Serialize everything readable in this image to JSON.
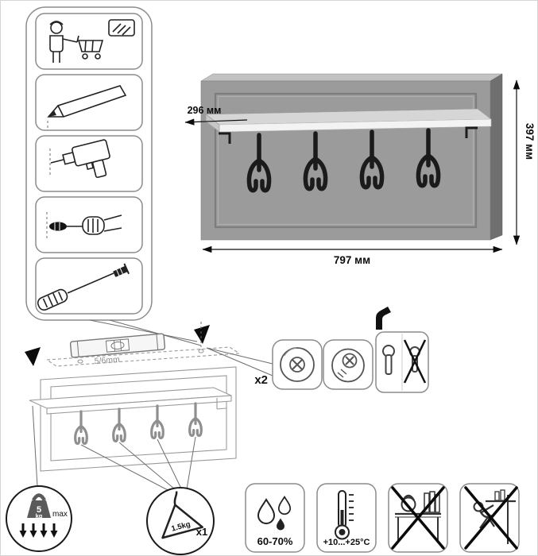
{
  "product": {
    "dim_depth": "296 мм",
    "dim_height": "397 мм",
    "dim_width": "797 мм"
  },
  "installation": {
    "drill_size": "5/6mm",
    "fasteners_qty": "x2"
  },
  "load": {
    "shelf_max_value": "5",
    "shelf_max_unit": "kg",
    "shelf_max_label": "max",
    "hook_max_weight": "1.5kg",
    "hanger_qty": "x1"
  },
  "environment": {
    "humidity": "60-70%",
    "temperature": "+10...+25°C"
  },
  "icons": {
    "steps": [
      "person-cart-icon",
      "pencil-mark-icon",
      "drill-icon",
      "dowel-insert-icon",
      "screwdriver-icon"
    ],
    "tools": [
      "spirit-level-icon"
    ],
    "hardware": [
      "dowel-head-icon",
      "screw-head-icon",
      "keyhole-ok-icon",
      "keyhole-crossed-icon",
      "wall-bracket-icon"
    ],
    "limits": [
      "max-weight-icon",
      "hanger-icon"
    ],
    "environment": [
      "water-drops-icon",
      "thermometer-icon",
      "no-heavy-objects-icon",
      "no-climbing-icon"
    ]
  },
  "colors": {
    "panel_face": "#9b9b9b",
    "panel_side": "#6f6f6f",
    "panel_top": "#c2c2c2",
    "shelf_top": "#d6d6d6",
    "shelf_front": "#f3f3f3",
    "hook": "#1b1b1b",
    "outline_gray": "#8c8c8c"
  }
}
